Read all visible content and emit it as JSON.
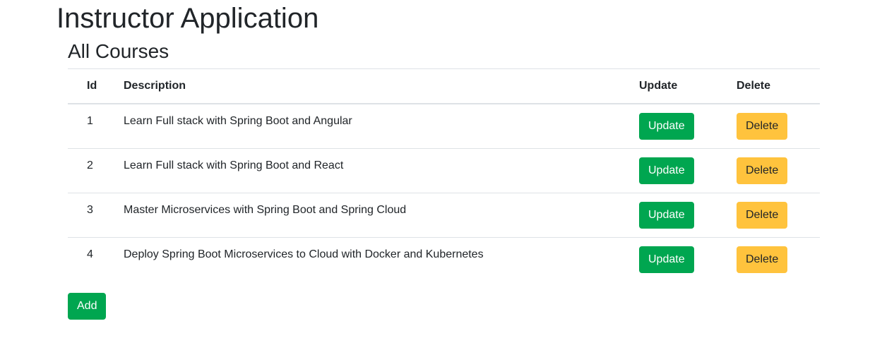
{
  "app": {
    "title": "Instructor Application"
  },
  "page": {
    "heading": "All Courses"
  },
  "table": {
    "headers": {
      "id": "Id",
      "description": "Description",
      "update": "Update",
      "delete": "Delete"
    },
    "rows": [
      {
        "id": "1",
        "description": "Learn Full stack with Spring Boot and Angular",
        "update_label": "Update",
        "delete_label": "Delete"
      },
      {
        "id": "2",
        "description": "Learn Full stack with Spring Boot and React",
        "update_label": "Update",
        "delete_label": "Delete"
      },
      {
        "id": "3",
        "description": "Master Microservices with Spring Boot and Spring Cloud",
        "update_label": "Update",
        "delete_label": "Delete"
      },
      {
        "id": "4",
        "description": "Deploy Spring Boot Microservices to Cloud with Docker and Kubernetes",
        "update_label": "Update",
        "delete_label": "Delete"
      }
    ]
  },
  "actions": {
    "add_label": "Add"
  },
  "colors": {
    "success": "#00a650",
    "warning": "#ffc33d",
    "text": "#212529",
    "border": "#dee2e6"
  }
}
